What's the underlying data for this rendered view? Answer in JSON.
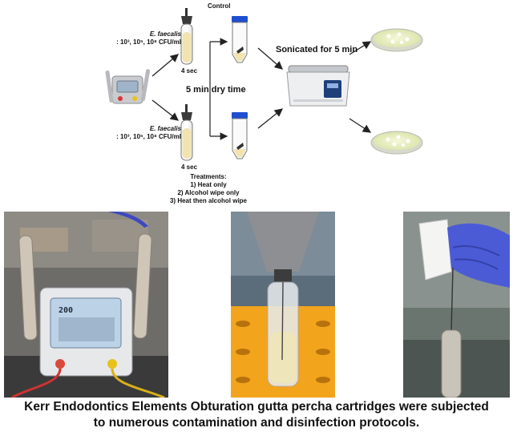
{
  "diagram": {
    "control_label": "Control",
    "top_group": {
      "organism": "E. faecalis",
      "doses": ": 10³, 10⁵, 10⁸ CFU/ml",
      "time": "4 sec"
    },
    "bottom_group": {
      "organism": "E. faecalis",
      "doses": ": 10³, 10⁵, 10⁸ CFU/ml",
      "time": "4 sec"
    },
    "dry_time_label": "5 min dry time",
    "sonication_label": "Sonicated for 5 min",
    "treatments": {
      "heading": "Treatments:",
      "items": [
        "1) Heat only",
        "2) Alcohol wipe only",
        "3) Heat then alcohol wipe"
      ]
    }
  },
  "photos": {
    "device_screen_value": "200"
  },
  "caption": {
    "line1": "Kerr Endodontics Elements Obturation gutta percha cartridges were subjected",
    "line2": "to numerous contamination and disinfection protocols."
  },
  "colors": {
    "tube_liquid": "#f2e4b0",
    "plate_fill": "#eef3c6",
    "glove_blue": "#4b5bd6",
    "rack_yellow": "#f2a41c",
    "arrow": "#222222"
  }
}
